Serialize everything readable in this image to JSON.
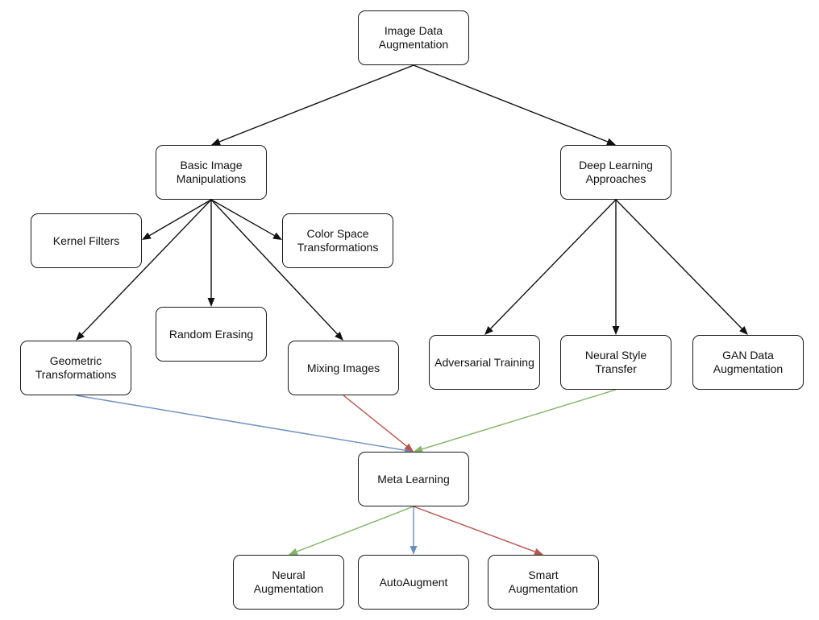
{
  "nodes": {
    "root": "Image Data\nAugmentation",
    "basic": "Basic Image\nManipulations",
    "deep": "Deep Learning\nApproaches",
    "kernel": "Kernel Filters",
    "color": "Color Space\nTransformations",
    "geometric": "Geometric\nTransformations",
    "erasing": "Random Erasing",
    "mixing": "Mixing Images",
    "adversarial": "Adversarial Training",
    "style": "Neural Style Transfer",
    "gan": "GAN Data\nAugmentation",
    "meta": "Meta Learning",
    "neural_aug": "Neural Augmentation",
    "autoaug": "AutoAugment",
    "smart_aug": "Smart Augmentation"
  },
  "colors": {
    "black": "#111111",
    "blue": "#6c8ebf",
    "red": "#b85450",
    "green": "#82b366"
  }
}
